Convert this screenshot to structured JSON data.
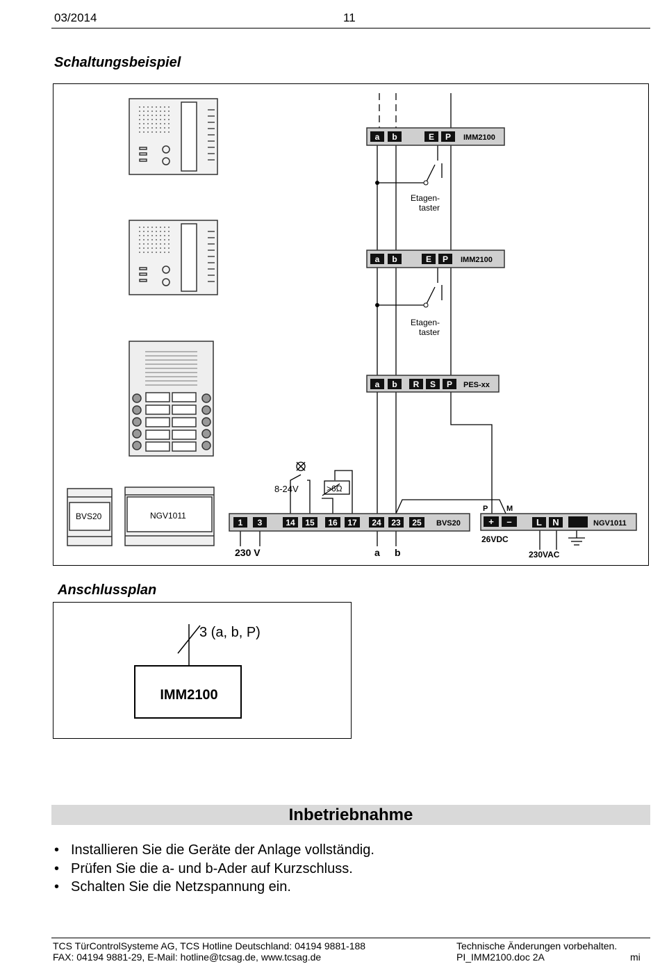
{
  "header": {
    "date": "03/2014",
    "page_number": "11"
  },
  "sections": {
    "circuit_title": "Schaltungsbeispiel",
    "plan_title": "Anschlussplan"
  },
  "diagram": {
    "buses": {
      "a": "a",
      "b": "b"
    },
    "modules": [
      {
        "terminals": [
          "a",
          "b",
          "E",
          "P"
        ],
        "name": "IMM2100"
      },
      {
        "terminals": [
          "a",
          "b",
          "E",
          "P"
        ],
        "name": "IMM2100"
      },
      {
        "terminals": [
          "a",
          "b",
          "R",
          "S",
          "P"
        ],
        "name": "PES-xx"
      }
    ],
    "switch_label": [
      "Etagen-",
      "taster"
    ],
    "bvs20": {
      "terminals": [
        "1",
        "3",
        "14",
        "15",
        "16",
        "17",
        "24",
        "23",
        "25"
      ],
      "name": "BVS20",
      "supply": "230 V"
    },
    "ngv1011": {
      "terminals": [
        "+",
        "–",
        "L",
        "N"
      ],
      "name": "NGV1011",
      "p_label": "P",
      "m_label": "M",
      "dc_label": "26VDC",
      "ac_label": "230VAC"
    },
    "lamp_voltage": "8-24V",
    "resistor": ">6Ω",
    "device_labels": {
      "bvs20": "BVS20",
      "ngv1011": "NGV1011"
    }
  },
  "plan": {
    "cable": "3 (a, b, P)",
    "device": "IMM2100"
  },
  "commissioning": {
    "title": "Inbetriebnahme",
    "steps": [
      "Installieren Sie die Geräte der Anlage vollständig.",
      "Prüfen Sie die a- und b-Ader auf Kurzschluss.",
      "Schalten Sie die Netzspannung ein."
    ]
  },
  "footer": {
    "company": "TCS TürControlSysteme AG, TCS Hotline Deutschland:  04194 9881-188",
    "contact": "FAX: 04194 9881-29, E-Mail: hotline@tcsag.de, www.tcsag.de",
    "notice": "Technische Änderungen vorbehalten.",
    "document": "PI_IMM2100.doc  2A",
    "initials": "mi"
  }
}
